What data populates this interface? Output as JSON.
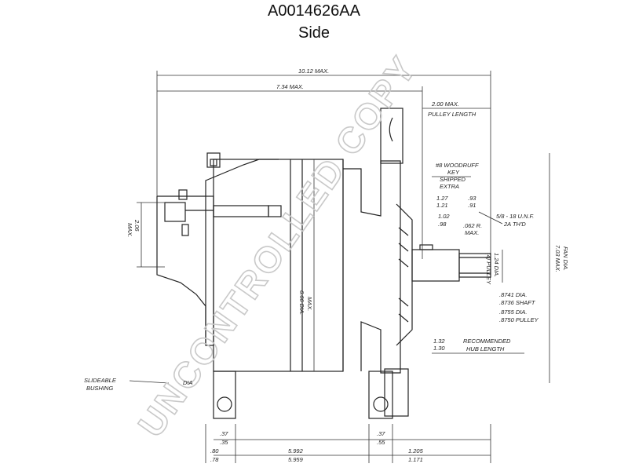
{
  "header": {
    "part_number": "A0014626AA",
    "view": "Side"
  },
  "watermark": "UNCONTROLLED COPY",
  "dims": {
    "overall_max": "10.12 MAX.",
    "body_max": "7.34 MAX.",
    "pulley_len_1": "2.00 MAX.",
    "pulley_len_2": "PULLEY LENGTH",
    "woodruff_1": "#8 WOODRUFF",
    "woodruff_2": "KEY",
    "woodruff_3": "SHIPPED",
    "woodruff_4": "EXTRA",
    "d127": "1.27",
    "d121": "1.21",
    "d93": ".93",
    "d91": ".91",
    "d102": "1.02",
    "d98": ".98",
    "d062": ".062 R.",
    "d062b": "MAX.",
    "thread_1": "5/8 - 18 U.N.F.",
    "thread_2": "2A TH'D",
    "d206": "2.06",
    "d206b": "MAX.",
    "dia666": "6.66 DIA.",
    "dia666b": "MAX.",
    "d124": "1.24 DIA.",
    "d124b": "(4) PULLEY",
    "fan": "7.03 MAX.",
    "fanb": "FAN DIA.",
    "s1": ".8741 DIA.",
    "s2": ".8736 SHAFT",
    "s3": ".8755 DIA.",
    "s4": ".8750 PULLEY",
    "r1": "1.32",
    "r2": "1.30",
    "rec1": "RECOMMENDED",
    "rec2": "HUB LENGTH",
    "bush1": "SLIDEABLE",
    "bush2": "BUSHING",
    "dia": "DIA",
    "b37a": ".37",
    "b35a": ".35",
    "b80": ".80",
    "b78": ".78",
    "b5992": "5.992",
    "b5959": "5.959",
    "b37b": ".37",
    "b35b": ".55",
    "b1205": "1.205",
    "b1171": "1.171"
  }
}
